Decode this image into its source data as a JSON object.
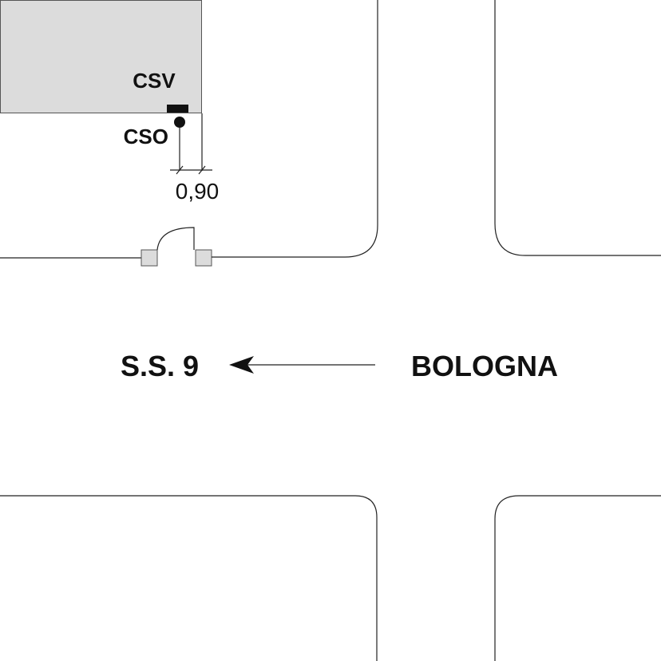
{
  "labels": {
    "csv": "CSV",
    "cso": "CSO",
    "dimension": "0,90",
    "origin": "S.S. 9",
    "destination": "BOLOGNA"
  },
  "colors": {
    "building_fill": "#dcdcdc",
    "line": "#222222"
  }
}
